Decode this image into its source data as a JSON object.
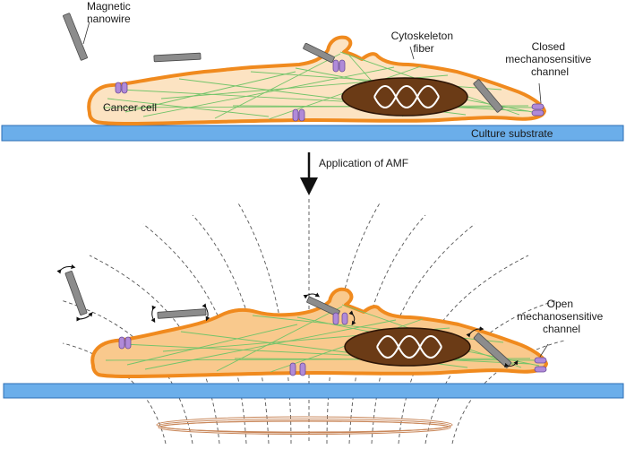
{
  "labels": {
    "nanowire": [
      "Magnetic",
      "nanowire"
    ],
    "cytoskeleton": [
      "Cytoskeleton",
      "fiber"
    ],
    "closed_channel": [
      "Closed",
      "mechanosensitive",
      "channel"
    ],
    "cancer_cell": "Cancer cell",
    "substrate": "Culture substrate",
    "step": "Application of AMF",
    "open_channel": [
      "Open",
      "mechanosensitive",
      "channel"
    ]
  },
  "colors": {
    "cell_fill": "#FCE3C2",
    "cell_fill_active": "#F9C98D",
    "cell_outline": "#F08A1E",
    "nucleus": "#6B3B16",
    "dna": "#FFFFFF",
    "fiber": "#73C46A",
    "substrate": "#6BAEEA",
    "channel": "#B08AD8",
    "nanowire": "#8C8C8C",
    "field_line": "#555555",
    "coil": "#C9875A"
  },
  "icons": {
    "nanowire": "rod-icon",
    "channel": "ion-channel-icon",
    "arrow": "down-arrow-icon",
    "rotation": "double-arrow-icon",
    "coil": "coil-icon"
  }
}
